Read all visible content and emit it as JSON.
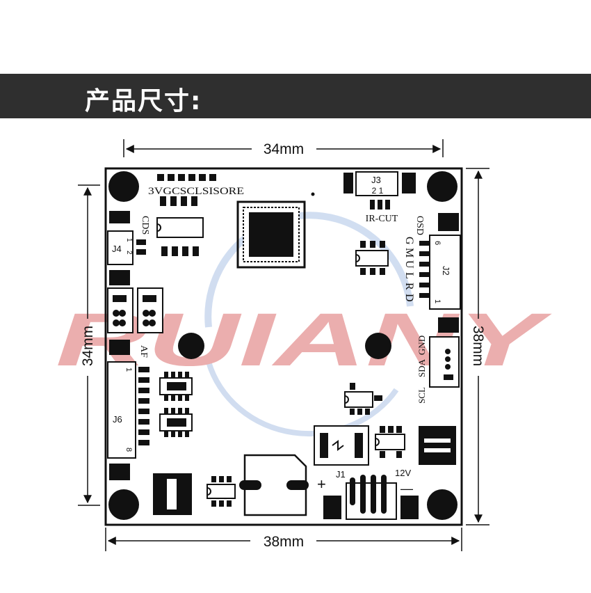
{
  "header": {
    "title": "产品尺寸:"
  },
  "dimensions": {
    "top_width": "34mm",
    "bottom_width": "38mm",
    "left_height": "34mm",
    "right_height": "38mm"
  },
  "watermark": {
    "text": "RUIANY",
    "color": "#e8a0a0"
  },
  "board": {
    "pin_header_label": "3VGCSCLSISORE",
    "j3": {
      "name": "J3",
      "pins": "2 1",
      "function": "IR-CUT"
    },
    "cds": "CDS",
    "j4": {
      "name": "J4",
      "pin1": "1",
      "pin2": "2"
    },
    "osd": "OSD",
    "j2": {
      "name": "J2",
      "pin_top": "6",
      "pin_bottom": "1",
      "signals": [
        "G",
        "M",
        "U",
        "L",
        "R",
        "D"
      ]
    },
    "af": "AF",
    "i2c": {
      "signals": [
        "SCL",
        "SDA",
        "GND"
      ]
    },
    "j6": {
      "name": "J6",
      "pin_top": "1",
      "pin_bottom": "8"
    },
    "j1": {
      "name": "J1",
      "voltage": "12V",
      "plus": "+",
      "minus": "—"
    }
  },
  "colors": {
    "banner": "#2f2f2f",
    "ink": "#111111",
    "pcb": "#ffffff"
  }
}
